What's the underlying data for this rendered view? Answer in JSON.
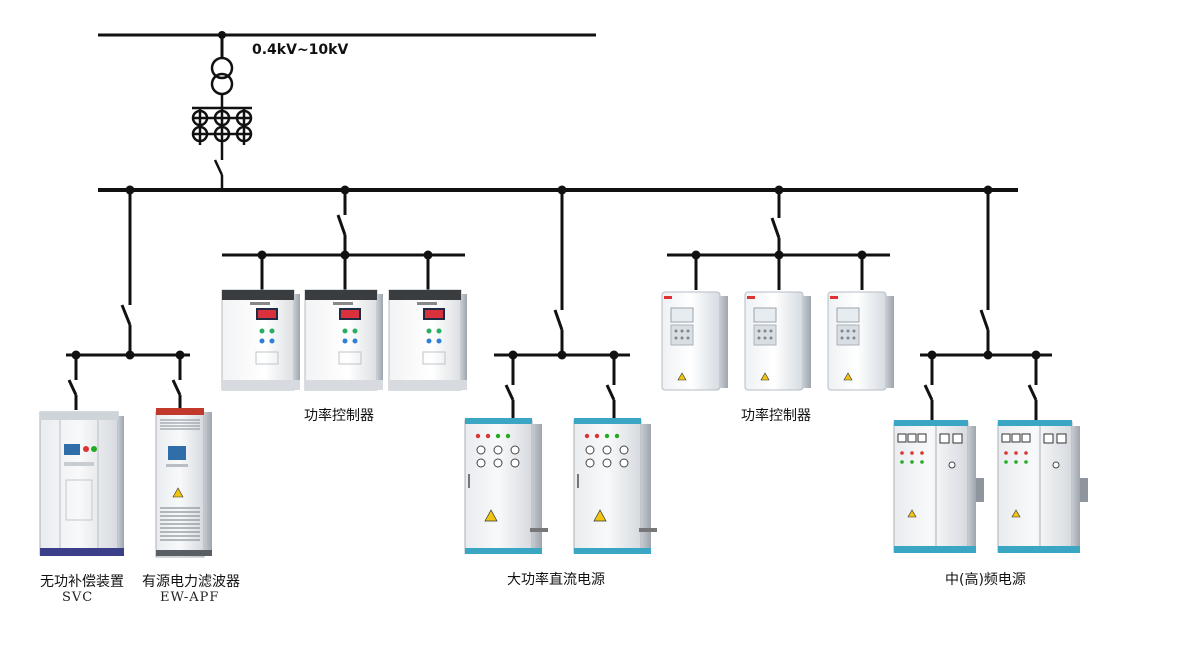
{
  "voltage_label": "0.4kV~10kV",
  "groups": [
    {
      "label": "无功补偿装置",
      "sublabel": "SVC"
    },
    {
      "label": "有源电力滤波器",
      "sublabel": "EW-APF"
    },
    {
      "label": "功率控制器"
    },
    {
      "label": "大功率直流电源"
    },
    {
      "label": "功率控制器"
    },
    {
      "label": "中(高)频电源"
    }
  ]
}
